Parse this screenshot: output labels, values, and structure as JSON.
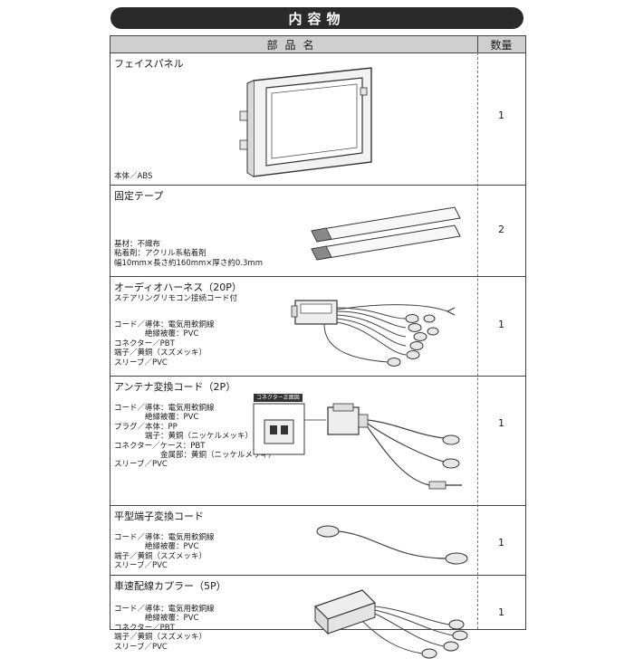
{
  "title": "内容物",
  "header": {
    "name": "部品名",
    "qty": "数量"
  },
  "items": [
    {
      "name": "フェイスパネル",
      "sub": "",
      "qty": "1",
      "icon": "face-panel-icon",
      "specs": [
        "本体／ABS"
      ]
    },
    {
      "name": "固定テープ",
      "sub": "",
      "qty": "2",
      "icon": "fixing-tape-icon",
      "specs": [
        "基材：不織布",
        "粘着剤：アクリル系粘着剤",
        "幅10mm×長さ約160mm×厚さ約0.3mm"
      ]
    },
    {
      "name": "オーディオハーネス（20P）",
      "sub": "ステアリングリモコン接続コード付",
      "qty": "1",
      "icon": "audio-harness-icon",
      "specs": [
        "コード／導体：電気用軟銅線",
        "　　　　絶縁被覆：PVC",
        "コネクター／PBT",
        "端子／黄銅（スズメッキ）",
        "スリーブ／PVC"
      ]
    },
    {
      "name": "アンテナ変換コード（2P）",
      "sub": "",
      "qty": "1",
      "icon": "antenna-cord-icon",
      "callout": "コネクター正面図",
      "specs": [
        "コード／導体：電気用軟銅線",
        "　　　　絶縁被覆：PVC",
        "プラグ／本体：PP",
        "　　　　端子：黄銅（ニッケルメッキ）",
        "コネクター／ケース：PBT",
        "　　　　　　金属部：黄銅（ニッケルメッキ）",
        "スリーブ／PVC"
      ]
    },
    {
      "name": "平型端子変換コード",
      "sub": "",
      "qty": "1",
      "icon": "flat-terminal-cord-icon",
      "specs": [
        "コード／導体：電気用軟銅線",
        "　　　　絶縁被覆：PVC",
        "端子／黄銅（スズメッキ）",
        "スリーブ／PVC"
      ]
    },
    {
      "name": "車速配線カプラー（5P）",
      "sub": "",
      "qty": "1",
      "icon": "speed-coupler-icon",
      "specs": [
        "コード／導体：電気用軟銅線",
        "　　　　絶縁被覆：PVC",
        "コネクター／PBT",
        "端子／黄銅（スズメッキ）",
        "スリーブ／PVC"
      ]
    }
  ]
}
